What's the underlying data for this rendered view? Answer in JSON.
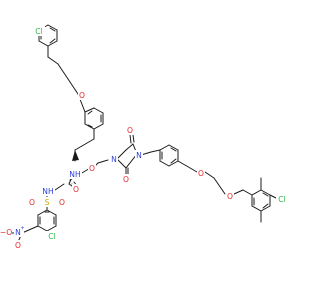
{
  "colors": {
    "bond": "#1a1a1a",
    "Cl": "#2db54a",
    "O": "#e8262c",
    "N": "#2e3fe0",
    "S": "#c8a800",
    "C": "#1a1a1a",
    "background": "#ffffff"
  },
  "atom_labels": {
    "cl_top": "Cl",
    "o_ether_top": "O",
    "o_amide_a": "O",
    "o_amide_b": "O",
    "nh_amide_a": "NH",
    "nh_sulfonyl": "NH",
    "n_imid_1": "N",
    "n_imid_3": "N",
    "o_imid_4": "O",
    "o_imid_2": "O",
    "s_sulfonyl": "S",
    "o_sulfonyl_l": "O",
    "o_sulfonyl_r": "O",
    "nitro_o_minus": "−O",
    "nitro_n_plus": "N",
    "nitro_plus_sign": "+",
    "nitro_o": "O",
    "cl_sulfonyl_ring": "Cl",
    "o_ether_mid": "O",
    "o_ether_right": "O",
    "cl_right": "Cl"
  }
}
